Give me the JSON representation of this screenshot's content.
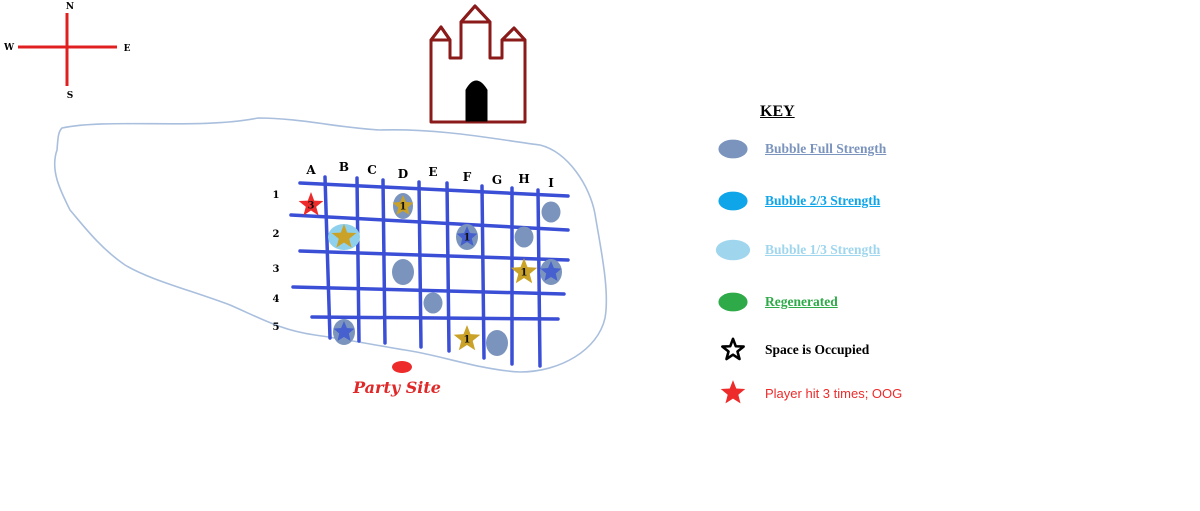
{
  "compass": {
    "north": "N",
    "south": "S",
    "east": "E",
    "west": "W"
  },
  "columns": [
    "A",
    "B",
    "C",
    "D",
    "E",
    "F",
    "G",
    "H",
    "I"
  ],
  "rows": [
    "1",
    "2",
    "3",
    "4",
    "5"
  ],
  "party_site": {
    "label": "Party Site"
  },
  "key": {
    "title": "KEY",
    "items": [
      {
        "label": "Bubble Full Strength",
        "color": "#7b94bd",
        "shape": "ellipse"
      },
      {
        "label": "Bubble 2/3  Strength",
        "color": "#0ea5e9",
        "shape": "ellipse"
      },
      {
        "label": "Bubble 1/3  Strength",
        "color": "#9fd6ee",
        "shape": "ellipse"
      },
      {
        "label": "Regenerated",
        "color": "#2eaa48",
        "shape": "ellipse"
      },
      {
        "label": "Space is Occupied",
        "color": "#000000",
        "shape": "star-outline"
      },
      {
        "label": "Player hit 3 times; OOG",
        "color": "#ee2b2b",
        "shape": "star-red"
      }
    ]
  },
  "markers": [
    {
      "cell": "A1",
      "type": "star-red",
      "count": "3"
    },
    {
      "cell": "D1",
      "type": "bubble-star-gold",
      "count": "1"
    },
    {
      "cell": "I1",
      "type": "bubble"
    },
    {
      "cell": "B2",
      "type": "bubble-light-star-gold"
    },
    {
      "cell": "F2",
      "type": "bubble-star-blue",
      "count": "1"
    },
    {
      "cell": "H2",
      "type": "bubble"
    },
    {
      "cell": "D3",
      "type": "bubble"
    },
    {
      "cell": "H3",
      "type": "star-gold",
      "count": "1"
    },
    {
      "cell": "I3",
      "type": "bubble-star-blue"
    },
    {
      "cell": "E4",
      "type": "bubble"
    },
    {
      "cell": "B5",
      "type": "bubble-star-blue"
    },
    {
      "cell": "F5",
      "type": "star-gold",
      "count": "1"
    },
    {
      "cell": "G5",
      "type": "bubble"
    }
  ],
  "colors": {
    "grid": "#3a4fd6",
    "bubble_full": "#7b94bd",
    "star_gold": "#c9a227",
    "star_blue": "#4660cf",
    "star_red": "#ee2b2b",
    "castle": "#8b1a1a",
    "compass": "#e02020",
    "outline": "#a9bfdd"
  }
}
